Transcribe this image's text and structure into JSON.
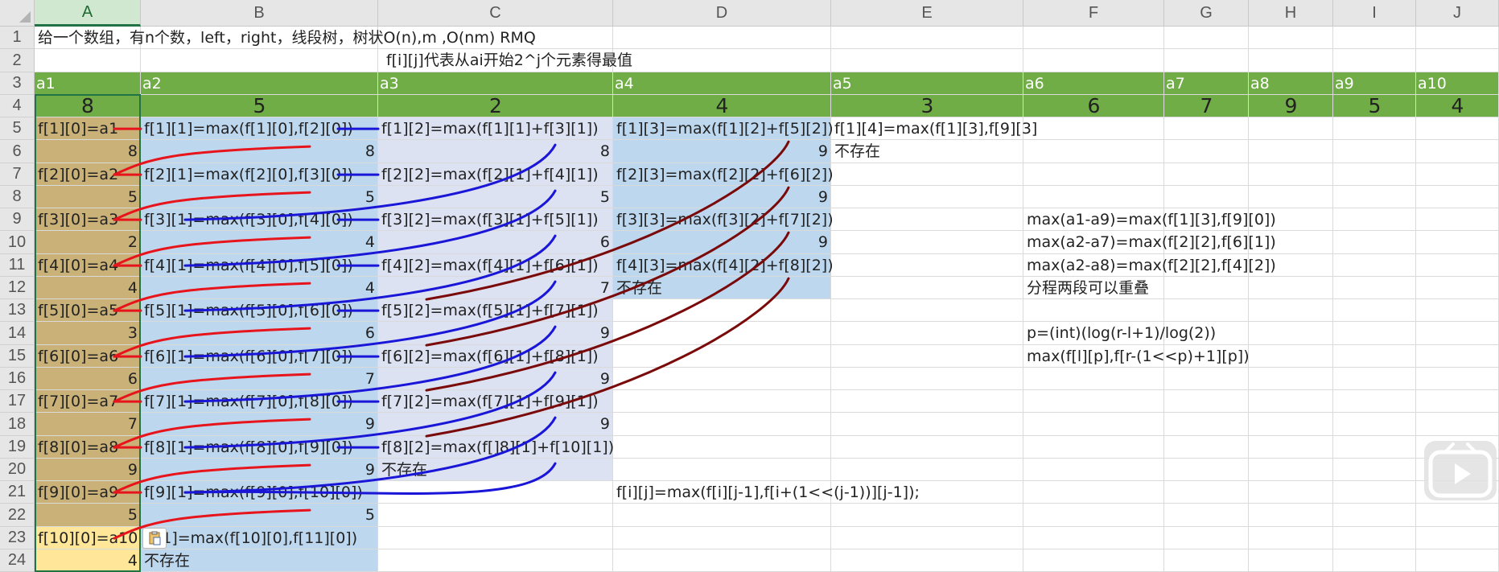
{
  "columns": [
    "A",
    "B",
    "C",
    "D",
    "E",
    "F",
    "G",
    "H",
    "I",
    "J"
  ],
  "rows": [
    "1",
    "2",
    "3",
    "4",
    "5",
    "6",
    "7",
    "8",
    "9",
    "10",
    "11",
    "12",
    "13",
    "14",
    "15",
    "16",
    "17",
    "18",
    "19",
    "20",
    "21",
    "22",
    "23",
    "24"
  ],
  "colors": {
    "green": "#70ad47",
    "tan": "#c9b178",
    "blue": "#bdd7ee",
    "lavender": "#dde2f2",
    "yellow": "#ffe699",
    "red": "#e8141b",
    "blue_line": "#1a16d8",
    "dark_red": "#7a0a0a"
  },
  "text": {
    "r1": "给一个数组，有n个数，left，right，线段树，树状O(n),m ,O(nm) RMQ",
    "r2": "f[i][j]代表从ai开始2^j个元素得最值",
    "a_labels": [
      "a1",
      "a2",
      "a3",
      "a4",
      "a5",
      "a6",
      "a7",
      "a8",
      "a9",
      "a10"
    ],
    "a_values": [
      "8",
      "5",
      "2",
      "4",
      "3",
      "6",
      "7",
      "9",
      "5",
      "4"
    ],
    "colA": [
      "f[1][0]=a1",
      "8",
      "f[2][0]=a2",
      "5",
      "f[3][0]=a3",
      "2",
      "f[4][0]=a4",
      "4",
      "f[5][0]=a5",
      "3",
      "f[6][0]=a6",
      "6",
      "f[7][0]=a7",
      "7",
      "f[8][0]=a8",
      "9",
      "f[9][0]=a9",
      "5",
      "f[10][0]=a10",
      "4"
    ],
    "colB": [
      "f[1][1]=max(f[1][0],f[2][0])",
      "8",
      "f[2][1]=max(f[2][0],f[3][0])",
      "5",
      "f[3][1]=max(f[3][0],f[4][0])",
      "4",
      "f[4][1]=max(f[4][0],f[5][0])",
      "4",
      "f[5][1]=max(f[5][0],f[6][0])",
      "6",
      "f[6][1]=max(f[6][0],f[7][0])",
      "7",
      "f[7][1]=max(f[7][0],f[8][0])",
      "9",
      "f[8][1]=max(f[8][0],f[9][0])",
      "9",
      "f[9][1]=max(f[9][0],f[10][0])",
      "5",
      "]][1]=max(f[10][0],f[11][0])",
      "不存在"
    ],
    "colC": [
      "f[1][2]=max(f[1][1]+f[3][1])",
      "8",
      "f[2][2]=max(f[2][1]+f[4][1])",
      "5",
      "f[3][2]=max(f[3][1]+f[5][1])",
      "6",
      "f[4][2]=max(f[4][1]+f[6][1])",
      "7",
      "f[5][2]=max(f[5][1]+f[7][1])",
      "9",
      "f[6][2]=max(f[6][1]+f[8][1])",
      "9",
      "f[7][2]=max(f[7][1]+f[9][1])",
      "9",
      "f[8][2]=max(f[]8][1]+f[10][1])",
      "不存在"
    ],
    "colD": [
      "f[1][3]=max(f[1][2]+f[5][2])",
      "9",
      "f[2][3]=max(f[2][2]+f[6][2])",
      "9",
      "f[3][3]=max(f[3][2]+f[7][2])",
      "9",
      "f[4][3]=max(f[4][2]+f[8][2])",
      "不存在"
    ],
    "e5": "f[1][4]=max(f[1][3],f[9][3]",
    "e6": "不存在",
    "f9": "max(a1-a9)=max(f[1][3],f[9][0])",
    "f10": "max(a2-a7)=max(f[2][2],f[6][1])",
    "f11": "max(a2-a8)=max(f[2][2],f[4][2])",
    "f12": "分程两段可以重叠",
    "f14": " p=(int)(log(r-l+1)/log(2))",
    "f15": "max(f[l][p],f[r-(1<<p)+1][p])",
    "d21": "f[i][j]=max(f[i][j-1],f[i+(1<<(j-1))][j-1]);"
  },
  "icons": {
    "paste": "paste-options-icon",
    "play": "play-icon"
  }
}
